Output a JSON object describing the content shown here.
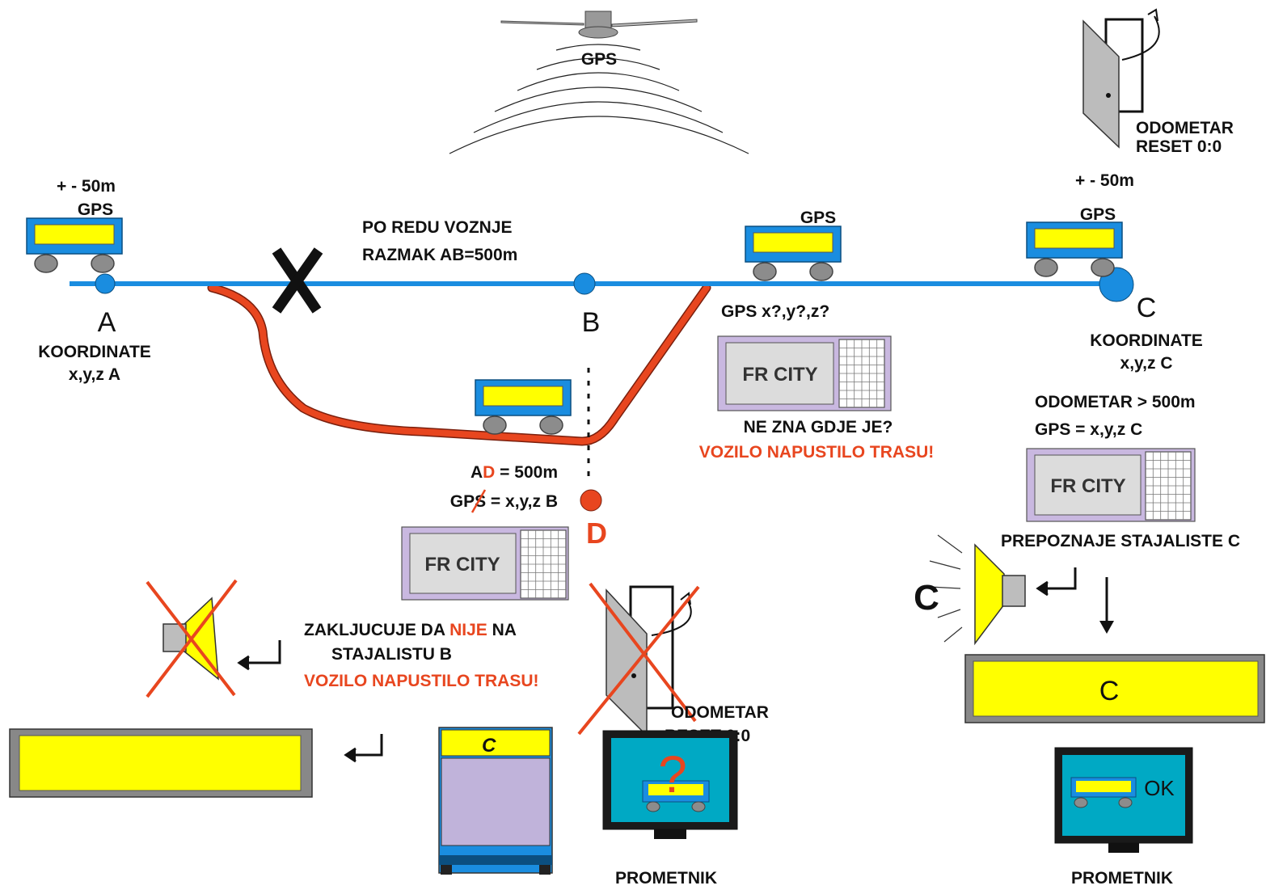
{
  "colors": {
    "track": "#1a8de0",
    "detour": "#e8461f",
    "detour_dark": "#7a1f0d",
    "vehicle_body": "#1a8de0",
    "display_yellow": "#ffff00",
    "device_purple": "#c9b8e0",
    "monitor_teal": "#00a9c4",
    "alert_red": "#e8461f"
  },
  "satellite": {
    "label": "GPS"
  },
  "vehicles": {
    "v1": {
      "tolerance": "+ - 50m",
      "gps": "GPS"
    },
    "v3": {
      "gps": "GPS"
    },
    "v4": {
      "tolerance": "+ - 50m",
      "gps": "GPS"
    }
  },
  "route": {
    "schedule_line1": "PO REDU VOZNJE",
    "schedule_line2": "RAZMAK AB=500m"
  },
  "stops": {
    "a": {
      "letter": "A",
      "coord_label": "KOORDINATE",
      "coord_value": "x,y,z A"
    },
    "b": {
      "letter": "B"
    },
    "c": {
      "letter": "C",
      "coord_label": "KOORDINATE",
      "coord_value": "x,y,z C"
    },
    "d": {
      "letter": "D"
    }
  },
  "middle": {
    "gps_unknown": "GPS  x?,y?,z?",
    "device": "FR CITY",
    "status_line1": "NE ZNA GDJE JE?",
    "status_line2": "VOZILO NAPUSTILO TRASU!"
  },
  "left": {
    "ad_prefix": "A",
    "ad_d": "D",
    "ad_rest": " = 500m",
    "gps_prefix": "GPS ",
    "gps_neq": "=",
    "gps_rest": " x,y,z B",
    "device": "FR CITY",
    "conclusion1_a": "ZAKLJUCUJE DA ",
    "conclusion1_b": "NIJE",
    "conclusion1_c": " NA",
    "conclusion2": "STAJALISTU B",
    "conclusion3": "VOZILO NAPUSTILO TRASU!",
    "odometer1": "ODOMETAR",
    "odometer2": "RESET  0:0",
    "bus_sign": "C",
    "monitor_symbol": "?",
    "prometnik": "PROMETNIK"
  },
  "right": {
    "odometer1": "ODOMETAR",
    "odometer2": "RESET  0:0",
    "odo_check": "ODOMETAR > 500m",
    "gps_check": "GPS = x,y,z C",
    "device": "FR CITY",
    "recognize": "PREPOZNAJE STAJALISTE C",
    "speaker_letter": "C",
    "display_letter": "C",
    "monitor_ok": "OK",
    "prometnik": "PROMETNIK"
  }
}
